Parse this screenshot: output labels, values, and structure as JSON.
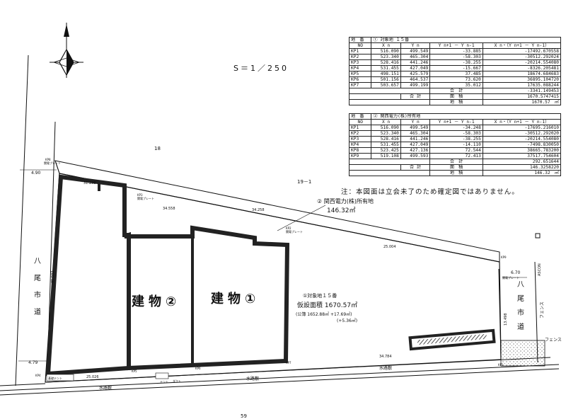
{
  "scale": "S＝1／250",
  "note": "注：本図面は立会未了のため確定図ではありません。",
  "labels": {
    "lot_18": "18",
    "lot_19_1": "19－1",
    "lot_59": "59",
    "road_left": "八尾市道",
    "road_right": "八尾市道",
    "building1": "建物①",
    "building2": "建物②",
    "area_title": "①対象地１５番",
    "area_main": "仮設面積 1670.57㎡",
    "area_sub1": "(公簿 1652.88㎡ +17.69㎡)",
    "area_sub2": "(+5.36㎡)",
    "kansai_title": "② 関西電力(株)所有地",
    "kansai_area": "146.32㎡",
    "water1": "水路敷",
    "water2": "水路敷",
    "water3": "水路敷",
    "fence": "フェンス",
    "fence2": "フェンス",
    "width_top": "4.90",
    "width_bottom": "4.79",
    "width_right": "6.70",
    "asphalt": "ASCON",
    "dim_a": "34.558",
    "dim_b": "34.258",
    "dim_c": "25.004",
    "dim_d": "34.784",
    "dim_e": "25.026",
    "dim_f": "31.238",
    "dim_g": "13.498",
    "dim_h": "31.502",
    "kp1": "KP1",
    "kp2": "KP2",
    "kp3": "KP3",
    "kp4": "KP4",
    "kp5": "KP5",
    "kp6": "KP6",
    "kp7": "KP7",
    "kp8": "KP8",
    "kp9": "KP9",
    "plate": "関電プレート",
    "tent": "テント",
    "duct": "ダクト",
    "kisotent": "基礎テント"
  },
  "table1": {
    "caption_left": "地　番",
    "caption_right": "① 対象地 １５番",
    "headers": [
      "NO",
      "X n",
      "Y n",
      "Y n+1 － Y n-1",
      "X n・（Y n+1 － Y n-1）"
    ],
    "rows": [
      [
        "KP1",
        "516.090",
        "499.549",
        "-33.885",
        "-17492.670558"
      ],
      [
        "KP2",
        "523.340",
        "465.304",
        "-58.303",
        "-30512.292024"
      ],
      [
        "KP3",
        "528.416",
        "441.246",
        "-38.255",
        "-20214.554080"
      ],
      [
        "KP4",
        "531.455",
        "427.049",
        "-15.667",
        "-8326.205481"
      ],
      [
        "KP5",
        "498.151",
        "425.579",
        "37.485",
        "18674.684683"
      ],
      [
        "KP6",
        "501.156",
        "464.537",
        "73.620",
        "36895.104720"
      ],
      [
        "KP7",
        "503.657",
        "499.199",
        "35.012",
        "17635.088244"
      ]
    ],
    "sum_label": "合　計",
    "sum": "-3341.149453",
    "area_label": "面　積",
    "area_prefix": "合 計",
    "area": "1670.5747415",
    "chiseki_label": "地　積",
    "chiseki": "1670.57　㎡"
  },
  "table2": {
    "caption_left": "地　番",
    "caption_right": "② 関西電力(株)所有地",
    "headers": [
      "NO",
      "X n",
      "Y n",
      "Y n+1 － Y n-1",
      "X n・（Y n+1 － Y n-1）"
    ],
    "rows": [
      [
        "KP1",
        "516.090",
        "499.549",
        "-34.248",
        "-17695.216010"
      ],
      [
        "KP2",
        "523.340",
        "465.304",
        "-58.303",
        "-30512.292020"
      ],
      [
        "KP3",
        "528.416",
        "441.246",
        "-38.255",
        "-20214.554080"
      ],
      [
        "KP4",
        "531.455",
        "427.049",
        "-14.110",
        "-7498.830050"
      ],
      [
        "KP8",
        "523.425",
        "427.136",
        "72.544",
        "38665.783200"
      ],
      [
        "KP9",
        "519.108",
        "499.593",
        "72.413",
        "37517.754604"
      ]
    ],
    "sum_label": "合　計",
    "sum": "292.651644",
    "area_prefix": "合 計",
    "area_label": "面　積",
    "area": "146.3258220",
    "chiseki_label": "地　積",
    "chiseki": "146.32　㎡"
  }
}
